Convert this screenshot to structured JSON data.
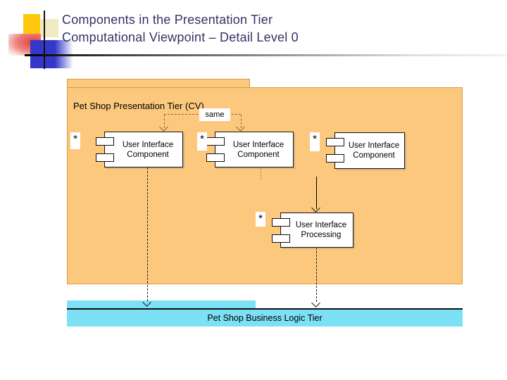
{
  "slide": {
    "title_line1": "Components in the Presentation Tier",
    "title_line2": "Computational Viewpoint – Detail Level 0"
  },
  "diagram": {
    "presentation_tier_label": "Pet Shop Presentation Tier (CV)",
    "business_logic_tier_label": "Pet Shop Business Logic Tier",
    "same_label": "same",
    "multiplicity": "*",
    "components": [
      {
        "id": "ui-component-1",
        "label_line1": "User Interface",
        "label_line2": "Component"
      },
      {
        "id": "ui-component-2",
        "label_line1": "User Interface",
        "label_line2": "Component"
      },
      {
        "id": "ui-component-3",
        "label_line1": "User Interface",
        "label_line2": "Component"
      },
      {
        "id": "ui-processing",
        "label_line1": "User Interface",
        "label_line2": "Processing"
      }
    ],
    "colors": {
      "tier-fill": "#fbc87d",
      "tier-border": "#d49c43",
      "cyan": "#7de1f5",
      "brown": "#996633",
      "ink": "#1a1a1a",
      "title": "#333366"
    }
  }
}
